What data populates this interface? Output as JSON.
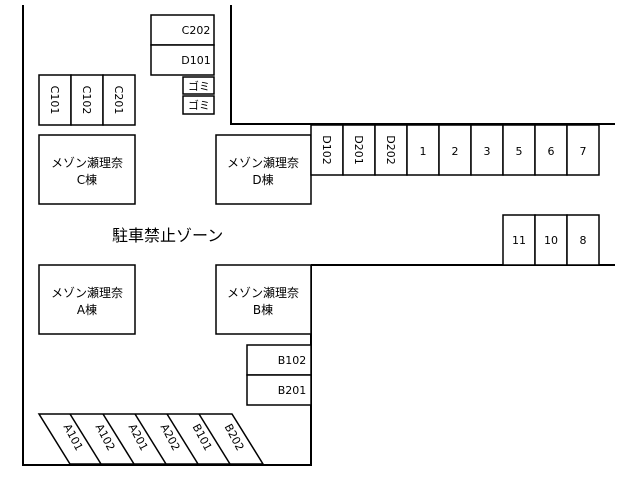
{
  "zone_label": "駐車禁止ゾーン",
  "buildings": {
    "c": {
      "name": "メゾン瀬理奈",
      "wing": "C棟"
    },
    "d": {
      "name": "メゾン瀬理奈",
      "wing": "D棟"
    },
    "a": {
      "name": "メゾン瀬理奈",
      "wing": "A棟"
    },
    "b": {
      "name": "メゾン瀬理奈",
      "wing": "B棟"
    }
  },
  "spaces": {
    "c_top": [
      "C202",
      "D101"
    ],
    "garbage": [
      "ゴミ",
      "ゴミ"
    ],
    "c_left": [
      "C101",
      "C102",
      "C201"
    ],
    "d_row": [
      "D102",
      "D201",
      "D202"
    ],
    "numbered_top": [
      "1",
      "2",
      "3",
      "5",
      "6",
      "7"
    ],
    "numbered_right": [
      "11",
      "10",
      "8"
    ],
    "b_side": [
      "B102",
      "B201"
    ],
    "bottom_diagonal": [
      "A101",
      "A102",
      "A201",
      "A202",
      "B101",
      "B202"
    ]
  }
}
